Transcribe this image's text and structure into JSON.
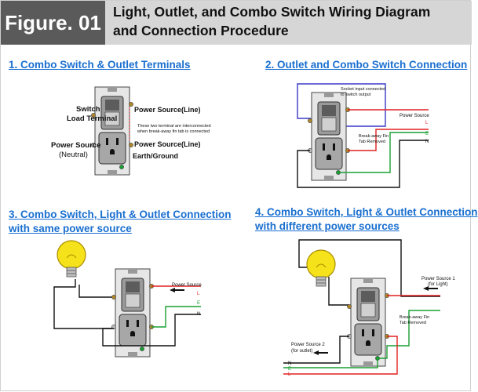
{
  "header": {
    "figure_label": "Figure. 01",
    "title_line1": "Light, Outlet, and Combo Switch Wiring Diagram",
    "title_line2": "and Connection Procedure"
  },
  "sections": {
    "s1": {
      "title": "1. Combo Switch & Outlet Terminals",
      "switch_label_1": "Switch",
      "switch_label_2": "Load Terminal",
      "power_source_line_top": "Power Source(Line)",
      "note_1": "These two terminal are interconnected",
      "note_2": "when break-away fin tab is connected",
      "power_source_line_bottom": "Power Source(Line)",
      "neutral_1": "Power Source",
      "neutral_2": "(Neutral)",
      "earth": "Earth/Ground"
    },
    "s2": {
      "title": "2. Outlet and Combo Switch Connection",
      "socket_note_1": "Socket input connected",
      "socket_note_2": "to switch output",
      "power_source": "Power Source",
      "breakaway_1": "Break-away Fin",
      "breakaway_2": "Tab Removed",
      "wire_l": "L",
      "wire_e": "E",
      "wire_n": "N"
    },
    "s3": {
      "title_1": "3. Combo Switch, Light & Outlet Connection",
      "title_2": "with same power source",
      "power_source": "Power Source",
      "wire_l": "L",
      "wire_e": "E",
      "wire_n": "N"
    },
    "s4": {
      "title_1": "4. Combo Switch, Light & Outlet Connection",
      "title_2": "with different power sources",
      "ps1_1": "Power Source 1",
      "ps1_2": "(for Light)",
      "breakaway_1": "Break-away Fin",
      "breakaway_2": "Tab Removed",
      "ps2_1": "Power Source 2",
      "ps2_2": "(for outlet)",
      "wire_n": "N",
      "wire_l": "L",
      "wire_e": "E"
    }
  },
  "colors": {
    "line": "#e02020",
    "neutral": "#111111",
    "earth": "#1aa032",
    "load": "#3a3ac8",
    "title_blue": "#1a6fd0",
    "bulb": "#f5e21a"
  }
}
